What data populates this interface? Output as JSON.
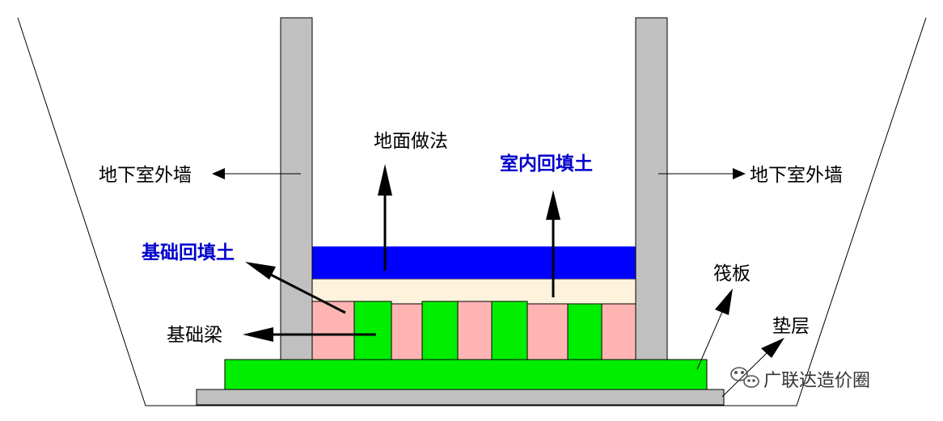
{
  "labels": {
    "ground_finish": "地面做法",
    "indoor_backfill": "室内回填土",
    "foundation_backfill": "基础回填土",
    "outer_wall_left": "地下室外墙",
    "outer_wall_right": "地下室外墙",
    "foundation_beam": "基础梁",
    "raft": "筏板",
    "cushion": "垫层"
  },
  "watermark": "广联达造价圈",
  "colors": {
    "wall": "#c0c0c0",
    "floor_finish": "#0000ff",
    "indoor_backfill": "#fdf3dc",
    "beam_pink": "#ffb4b4",
    "beam_green": "#00ee00",
    "raft": "#00ee00",
    "cushion": "#c0c0c0",
    "label_blue": "#0000cc"
  },
  "icons": {
    "watermark_icon": "wechat-icon"
  }
}
